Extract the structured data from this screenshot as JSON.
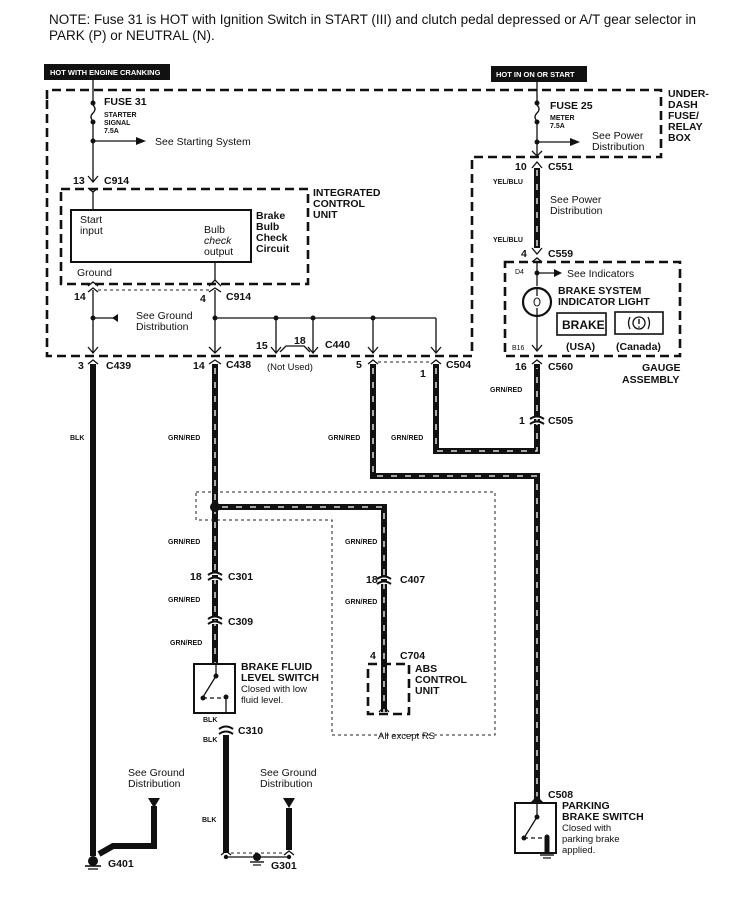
{
  "note": "NOTE: Fuse 31 is HOT with Ignition Switch in START (III) and clutch pedal depressed or A/T gear selector in PARK (P) or NEUTRAL (N).",
  "hot_labels": {
    "left": "HOT WITH ENGINE CRANKING",
    "right": "HOT IN ON OR START"
  },
  "underdash_box": [
    "UNDER-",
    "DASH",
    "FUSE/",
    "RELAY",
    "BOX"
  ],
  "fuse31": {
    "name": "FUSE  31",
    "line1": "STARTER",
    "line2": "SIGNAL",
    "rating": "7.5A",
    "ref": "See Starting System"
  },
  "fuse25": {
    "name": "FUSE 25",
    "line1": "METER",
    "rating": "7.5A",
    "ref1": "See Power",
    "ref2": "Distribution"
  },
  "icu": {
    "label": [
      "INTEGRATED",
      "CONTROL",
      "UNIT"
    ],
    "circuit": [
      "Brake",
      "Bulb",
      "Check",
      "Circuit"
    ],
    "start_input": [
      "Start",
      "input"
    ],
    "bulb_output": [
      "Bulb",
      "check",
      "output"
    ],
    "ground": "Ground",
    "ground_ref": [
      "See Ground",
      "Distribution"
    ]
  },
  "connectors": {
    "c914_top": {
      "pin": "13",
      "name": "C914"
    },
    "c914_bottom": {
      "pin_left": "14",
      "pin_right": "4",
      "name": "C914"
    },
    "c440": {
      "pin_a": "15",
      "pin_b": "18",
      "name": "C440",
      "note": "(Not  Used)"
    },
    "c439": {
      "pin": "3",
      "name": "C439"
    },
    "c438": {
      "pin": "14",
      "name": "C438"
    },
    "c504": {
      "pin_a": "5",
      "pin_b": "1",
      "name": "C504"
    },
    "c551": {
      "pin": "10",
      "name": "C551"
    },
    "c559": {
      "pin": "4",
      "name": "C559"
    },
    "c560": {
      "pin": "16",
      "name": "C560"
    },
    "c505": {
      "pin": "1",
      "name": "C505"
    },
    "c301": {
      "pin": "18",
      "name": "C301"
    },
    "c309": {
      "name": "C309"
    },
    "c310": {
      "name": "C310"
    },
    "c407": {
      "pin": "18",
      "name": "C407"
    },
    "c704": {
      "pin": "4",
      "name": "C704"
    },
    "c508": {
      "name": "C508"
    }
  },
  "wires": {
    "yel_blu": "YEL/BLU",
    "grn_red": "GRN/RED",
    "blk": "BLK"
  },
  "power_ref": [
    "See Power",
    "Distribution"
  ],
  "gauge": {
    "pin_d4": "D4",
    "pin_b16": "B16",
    "indicators_ref": "See Indicators",
    "light": [
      "BRAKE SYSTEM",
      "INDICATOR LIGHT"
    ],
    "brake_text": "BRAKE",
    "canada_symbol": "(!)",
    "usa": "(USA)",
    "canada": "(Canada)",
    "label": [
      "GAUGE",
      "ASSEMBLY"
    ]
  },
  "fluid_switch": {
    "title": [
      "BRAKE FLUID",
      "LEVEL SWITCH"
    ],
    "desc": [
      "Closed with low",
      "fluid level."
    ]
  },
  "abs": {
    "title": [
      "ABS",
      "CONTROL",
      "UNIT"
    ],
    "option": "All except RS"
  },
  "parking_switch": {
    "title": [
      "PARKING",
      "BRAKE SWITCH"
    ],
    "desc": [
      "Closed with",
      "parking brake",
      "applied."
    ]
  },
  "grounds": {
    "g401": "G401",
    "g301": "G301",
    "ref": [
      "See Ground",
      "Distribution"
    ]
  }
}
